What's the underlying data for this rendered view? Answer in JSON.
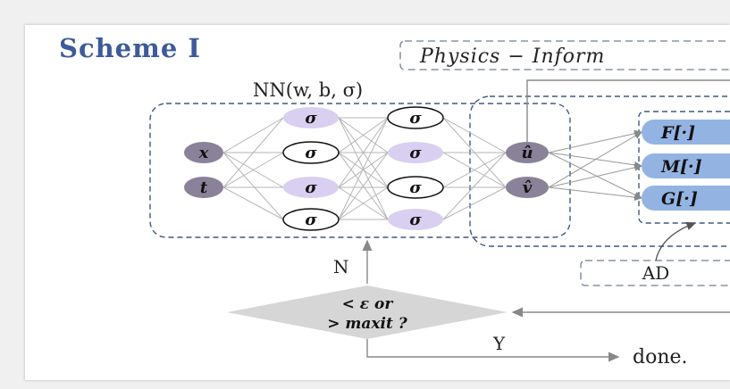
{
  "title": "Scheme I",
  "banner": "Physics − Inform",
  "network_label": "NN(w, b, σ)",
  "inputs": [
    "x",
    "t"
  ],
  "hidden_layer_1": [
    "σ",
    "σ",
    "σ",
    "σ"
  ],
  "hidden_layer_2": [
    "σ",
    "σ",
    "σ",
    "σ"
  ],
  "outputs": [
    "û",
    "v̂"
  ],
  "operators": [
    "F[·]",
    "M[·]",
    "G[·]"
  ],
  "ad_label": "AD",
  "decision": {
    "line1": "< ε  or",
    "line2": "> maxit ?"
  },
  "loop_no_label": "N",
  "loop_yes_label": "Y",
  "done_label": "done.",
  "colors": {
    "title": "#3d5a9a",
    "input_node": "#8a8299",
    "hidden_filled": "#d9cff0",
    "output_node": "#8a8299",
    "operator_fill": "#93b4e3",
    "decision_fill": "#d6d6d6",
    "dashed_border": "#3d5a80"
  }
}
